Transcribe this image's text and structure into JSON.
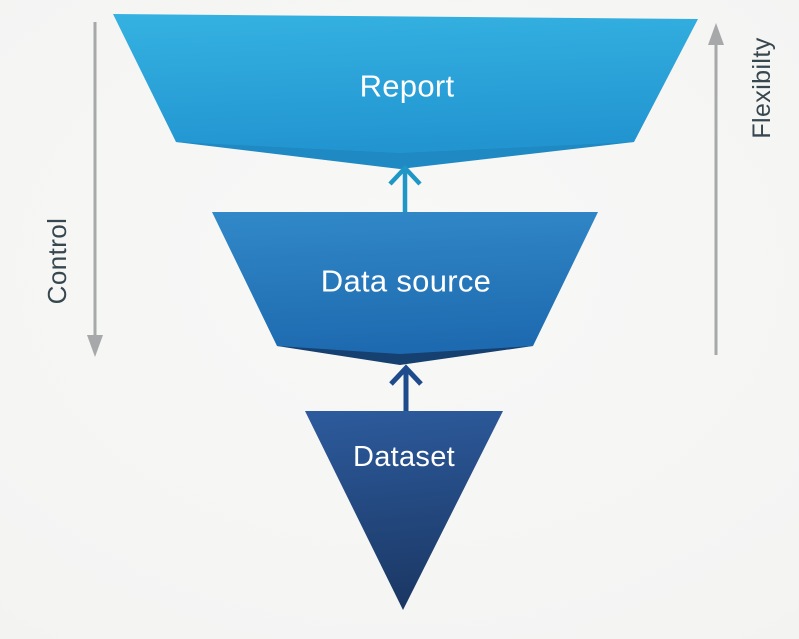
{
  "page": {
    "background_color": "#f4f4f3"
  },
  "diagram": {
    "title": "funnel of report, data source, dataset",
    "label_color": "#ffffff",
    "levels": [
      {
        "label": "Report",
        "fill_top": "#35b2e1",
        "fill_bottom": "#2295d1",
        "underside": "#1e89c2"
      },
      {
        "label": "Data source",
        "fill_top": "#3189c8",
        "fill_bottom": "#1e6ab0",
        "underside": "#15406f"
      },
      {
        "label": "Dataset",
        "fill_top": "#2d5b9d",
        "fill_bottom": "#1b3865"
      }
    ],
    "connectors": [
      {
        "name": "data-source-to-report",
        "color": "#1f97c6"
      },
      {
        "name": "dataset-to-data-source",
        "color": "#1e4b8c"
      }
    ],
    "axes": {
      "line_color": "#a7a8a9",
      "text_color": "#37474f",
      "left": {
        "label": "Control",
        "direction": "down"
      },
      "right": {
        "label": "Flexibilty",
        "direction": "up"
      }
    }
  }
}
